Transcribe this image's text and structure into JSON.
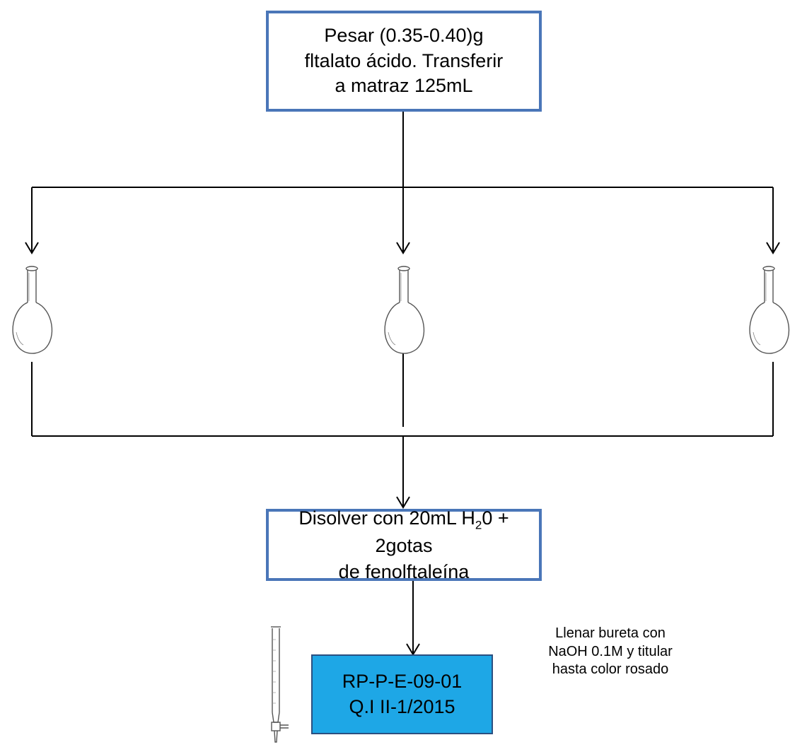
{
  "step_weigh": {
    "line1": "Pesar (0.35-0.40)g",
    "line2": "fltalato ácido. Transferir",
    "line3": "a matraz 125mL"
  },
  "step_dissolve": {
    "line1_a": "Disolver con 20mL H",
    "line1_sub": "2",
    "line1_b": "0 + 2gotas",
    "line2": "de fenolftaleína"
  },
  "doc_code": {
    "line1": "RP-P-E-09-01",
    "line2": "Q.I II-1/2015"
  },
  "titration_note": {
    "line1": "Llenar bureta con",
    "line2": "NaOH 0.1M y titular",
    "line3": "hasta color rosado"
  },
  "colors": {
    "box_border": "#4a76b8",
    "code_box_fill": "#1ea7e6"
  },
  "icons": [
    "flask-icon",
    "burette-icon"
  ]
}
